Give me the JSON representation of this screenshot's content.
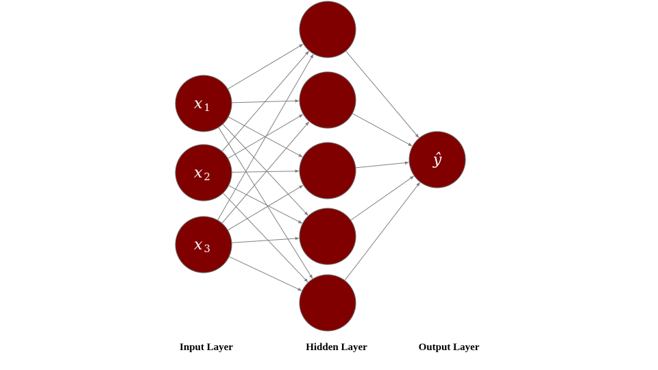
{
  "title": "Neural network diagram",
  "colors": {
    "node_fill": "#800000",
    "node_stroke": "#666666",
    "edge": "#808080",
    "label_text": "#000000",
    "node_text": "#ffffff"
  },
  "layers": [
    {
      "id": "input",
      "label": "Input Layer",
      "nodes": [
        {
          "id": "x1",
          "base": "x",
          "sub": "1"
        },
        {
          "id": "x2",
          "base": "x",
          "sub": "2"
        },
        {
          "id": "x3",
          "base": "x",
          "sub": "3"
        }
      ]
    },
    {
      "id": "hidden",
      "label": "Hidden Layer",
      "nodes": [
        {
          "id": "h1",
          "base": "",
          "sub": ""
        },
        {
          "id": "h2",
          "base": "",
          "sub": ""
        },
        {
          "id": "h3",
          "base": "",
          "sub": ""
        },
        {
          "id": "h4",
          "base": "",
          "sub": ""
        },
        {
          "id": "h5",
          "base": "",
          "sub": ""
        }
      ]
    },
    {
      "id": "output",
      "label": "Output Layer",
      "nodes": [
        {
          "id": "yhat",
          "base": "ŷ",
          "sub": ""
        }
      ]
    }
  ],
  "connections": "fully-connected"
}
